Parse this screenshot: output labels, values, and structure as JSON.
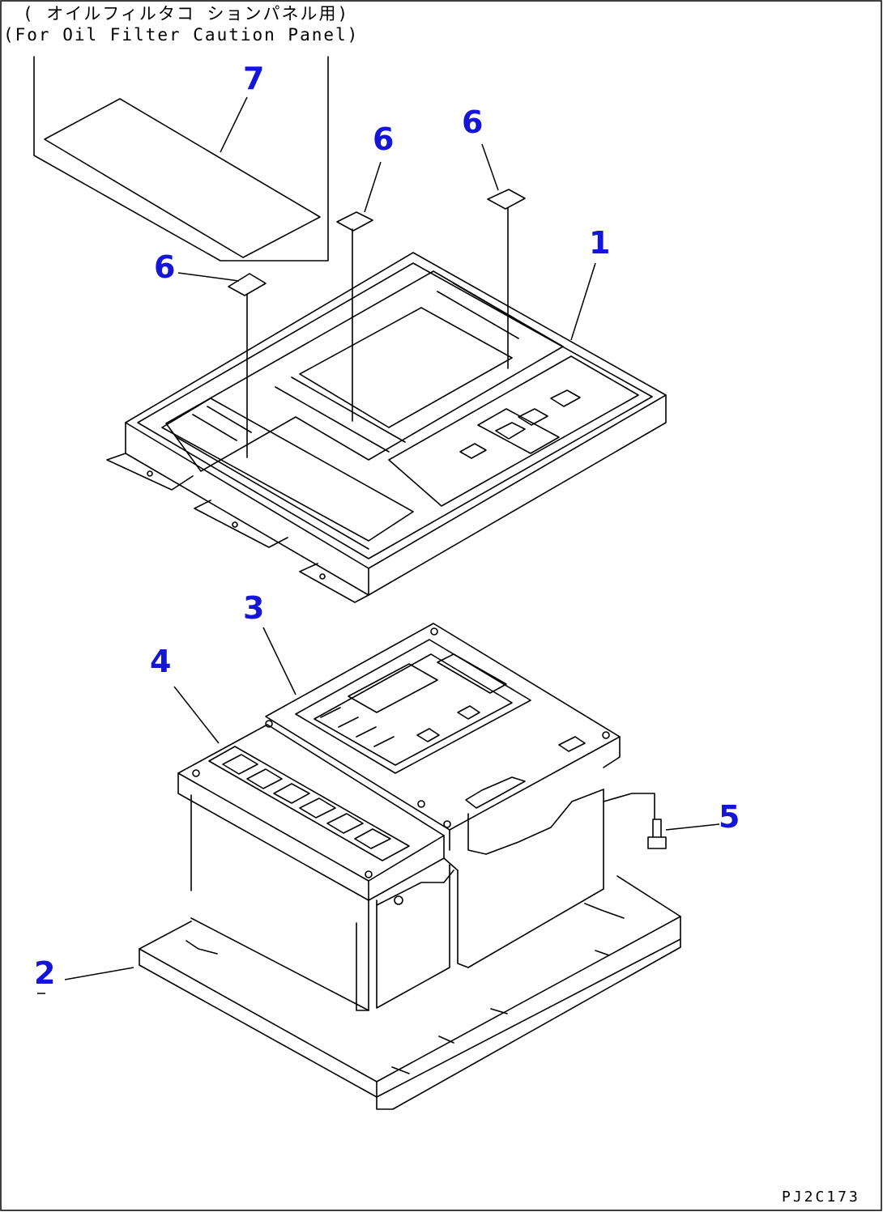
{
  "note": {
    "japanese": "( オイルフィルタコ ションパネル用)",
    "english": "(For Oil Filter Caution Panel)"
  },
  "callouts": {
    "c1": "1",
    "c2": "2",
    "c3": "3",
    "c4": "4",
    "c5": "5",
    "c6a": "6",
    "c6b": "6",
    "c6c": "6",
    "c7": "7"
  },
  "drawing_code": "PJ2C173"
}
